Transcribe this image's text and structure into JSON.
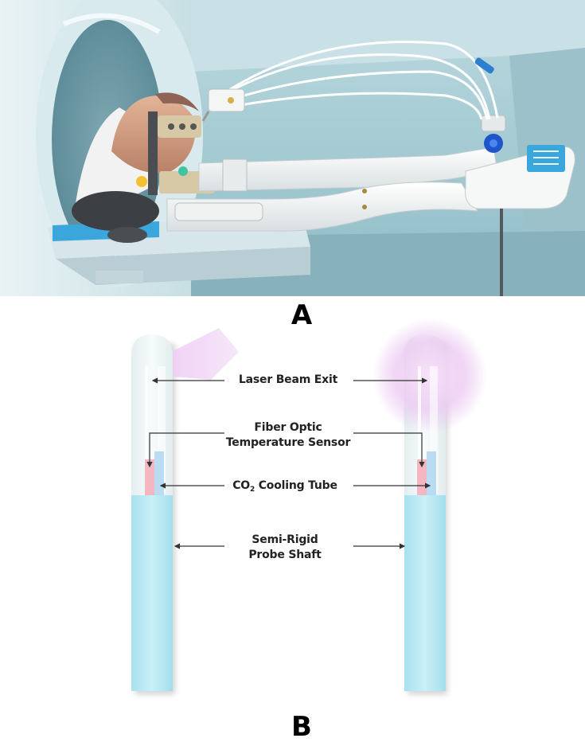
{
  "panels": {
    "a": "A",
    "b": "B"
  },
  "labels": {
    "laser_exit": "Laser Beam Exit",
    "fiber_line1": "Fiber Optic",
    "fiber_line2": "Temperature Sensor",
    "cooling_prefix": "CO",
    "cooling_sub": "2",
    "cooling_suffix": " Cooling Tube",
    "shaft_line1": "Semi-Rigid",
    "shaft_line2": "Probe Shaft"
  },
  "colors": {
    "shaft": "#bfeaf4",
    "sensor_pink": "#f4b6c0",
    "cooling_blue": "#b9dcf2",
    "laser_glow": "#e7b8f0",
    "room_wall": "#9fc6cf",
    "device_white": "#f6f7f7",
    "control_blue": "#3aa6dc"
  }
}
